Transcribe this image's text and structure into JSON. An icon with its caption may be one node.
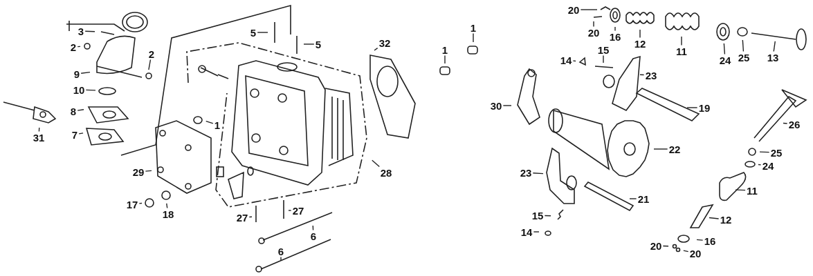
{
  "diagram": {
    "nodes": [
      {
        "text": [
          "20"
        ]
      },
      {
        "text": [
          "1"
        ]
      },
      {
        "text": [
          "3"
        ]
      },
      {
        "text": [
          "5"
        ]
      },
      {
        "text": [
          "20"
        ]
      },
      {
        "text": [
          "16"
        ]
      },
      {
        "text": [
          "12"
        ]
      },
      {
        "text": [
          "5"
        ]
      },
      {
        "text": [
          "2"
        ]
      },
      {
        "text": [
          "32"
        ]
      },
      {
        "text": [
          "1"
        ]
      },
      {
        "text": [
          "15"
        ]
      },
      {
        "text": [
          "11"
        ]
      },
      {
        "text": [
          "2"
        ]
      },
      {
        "text": [
          "25"
        ]
      },
      {
        "text": [
          "13"
        ]
      },
      {
        "text": [
          "14"
        ]
      },
      {
        "text": [
          "24"
        ]
      },
      {
        "text": [
          "9"
        ]
      },
      {
        "text": [
          "23"
        ]
      },
      {
        "text": [
          "10"
        ]
      },
      {
        "text": [
          "30"
        ]
      },
      {
        "text": [
          "19"
        ]
      },
      {
        "text": [
          "8"
        ]
      },
      {
        "text": [
          "1"
        ]
      },
      {
        "text": [
          "26"
        ]
      },
      {
        "text": [
          "7"
        ]
      },
      {
        "text": [
          "31"
        ]
      },
      {
        "text": [
          "22"
        ]
      },
      {
        "text": [
          "25"
        ]
      },
      {
        "text": [
          "28"
        ]
      },
      {
        "text": [
          "24"
        ]
      },
      {
        "text": [
          "29"
        ]
      },
      {
        "text": [
          "23"
        ]
      },
      {
        "text": [
          "11"
        ]
      },
      {
        "text": [
          "21"
        ]
      },
      {
        "text": [
          "17"
        ]
      },
      {
        "text": [
          "27"
        ]
      },
      {
        "text": [
          "18"
        ]
      },
      {
        "text": [
          "15"
        ]
      },
      {
        "text": [
          "27"
        ]
      },
      {
        "text": [
          "12"
        ]
      },
      {
        "text": [
          "14"
        ]
      },
      {
        "text": [
          "6"
        ]
      },
      {
        "text": [
          "16"
        ]
      },
      {
        "text": [
          "20"
        ]
      },
      {
        "text": [
          "6"
        ]
      },
      {
        "text": [
          "20"
        ]
      }
    ],
    "edges": [
      {
        "from": 0,
        "to": null,
        "arrow": "none"
      },
      {
        "from": 1,
        "to": null,
        "arrow": "none"
      },
      {
        "from": 2,
        "to": null,
        "arrow": "none"
      },
      {
        "from": 3,
        "to": null,
        "arrow": "none"
      },
      {
        "from": 4,
        "to": null,
        "arrow": "none"
      },
      {
        "from": 5,
        "to": null,
        "arrow": "none"
      },
      {
        "from": 6,
        "to": null,
        "arrow": "none"
      },
      {
        "from": 7,
        "to": null,
        "arrow": "none"
      },
      {
        "from": 8,
        "to": null,
        "arrow": "none"
      },
      {
        "from": 9,
        "to": null,
        "arrow": "none"
      },
      {
        "from": 10,
        "to": null,
        "arrow": "none"
      },
      {
        "from": 11,
        "to": null,
        "arrow": "none"
      },
      {
        "from": 12,
        "to": null,
        "arrow": "none"
      },
      {
        "from": 13,
        "to": null,
        "arrow": "none"
      },
      {
        "from": 14,
        "to": null,
        "arrow": "none"
      },
      {
        "from": 15,
        "to": null,
        "arrow": "none"
      },
      {
        "from": 16,
        "to": null,
        "arrow": "none"
      },
      {
        "from": 17,
        "to": null,
        "arrow": "none"
      },
      {
        "from": 18,
        "to": null,
        "arrow": "none"
      },
      {
        "from": 19,
        "to": null,
        "arrow": "none"
      },
      {
        "from": 20,
        "to": null,
        "arrow": "none"
      },
      {
        "from": 21,
        "to": null,
        "arrow": "none"
      },
      {
        "from": 22,
        "to": null,
        "arrow": "none"
      },
      {
        "from": 23,
        "to": null,
        "arrow": "none"
      },
      {
        "from": 24,
        "to": null,
        "arrow": "none"
      },
      {
        "from": 25,
        "to": null,
        "arrow": "none"
      },
      {
        "from": 26,
        "to": null,
        "arrow": "none"
      },
      {
        "from": 27,
        "to": null,
        "arrow": "none"
      },
      {
        "from": 28,
        "to": null,
        "arrow": "none"
      },
      {
        "from": 29,
        "to": null,
        "arrow": "none"
      },
      {
        "from": 30,
        "to": null,
        "arrow": "none"
      },
      {
        "from": 31,
        "to": null,
        "arrow": "none"
      },
      {
        "from": 32,
        "to": null,
        "arrow": "none"
      },
      {
        "from": 33,
        "to": null,
        "arrow": "none"
      },
      {
        "from": 34,
        "to": null,
        "arrow": "none"
      },
      {
        "from": 35,
        "to": null,
        "arrow": "none"
      },
      {
        "from": 36,
        "to": null,
        "arrow": "none"
      },
      {
        "from": 37,
        "to": null,
        "arrow": "none"
      },
      {
        "from": 38,
        "to": null,
        "arrow": "none"
      },
      {
        "from": 39,
        "to": null,
        "arrow": "none"
      },
      {
        "from": 40,
        "to": null,
        "arrow": "none"
      },
      {
        "from": 41,
        "to": null,
        "arrow": "none"
      },
      {
        "from": 42,
        "to": null,
        "arrow": "none"
      },
      {
        "from": 43,
        "to": null,
        "arrow": "none"
      },
      {
        "from": 44,
        "to": null,
        "arrow": "none"
      },
      {
        "from": 45,
        "to": null,
        "arrow": "none"
      },
      {
        "from": 46,
        "to": null,
        "arrow": "none"
      },
      {
        "from": 47,
        "to": null,
        "arrow": "none"
      }
    ]
  }
}
